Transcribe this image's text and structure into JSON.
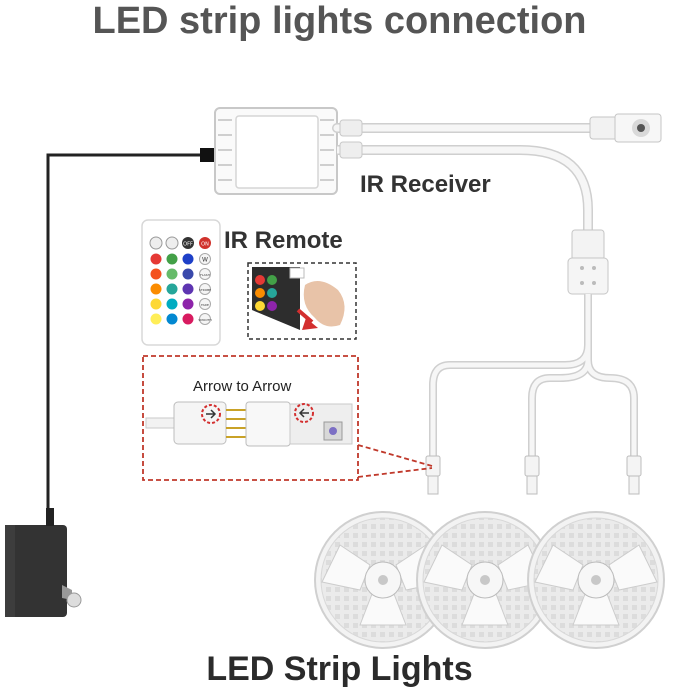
{
  "title": "LED strip lights connection",
  "labels": {
    "ir_receiver": "IR Receiver",
    "ir_remote": "IR Remote",
    "arrow_to_arrow": "Arrow to  Arrow",
    "led_strip_lights": "LED Strip Lights"
  },
  "remote_buttons": {
    "row1": [
      "",
      "",
      "OFF",
      "ON"
    ],
    "side_labels": [
      "W",
      "FLASH",
      "STROBE",
      "FADE",
      "SMOOTH"
    ]
  },
  "colors": {
    "title_text": "#555555",
    "label_text": "#333333",
    "cable": "#f2f2f2",
    "cable_outline": "#c9c9c9",
    "adapter": "#333333",
    "dashed_highlight": "#c0392b",
    "reel": "#e9e9e9"
  }
}
